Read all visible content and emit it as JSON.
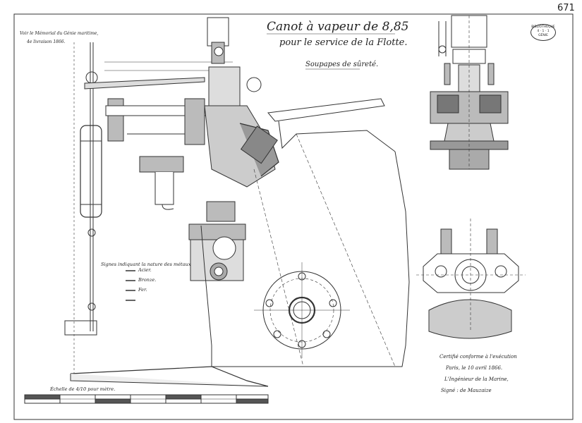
{
  "sheet": {
    "page_number": "671",
    "title_line1": "Canot à vapeur de 8,85",
    "title_line2": "pour le service de la Flotte.",
    "section_label": "Soupapes de sûreté.",
    "note_line1": "Voir le Mémorial du Génie maritime,",
    "note_line2": "4e livraison 1866.",
    "scale_label": "Échelle de 4/10 pour mètre."
  },
  "legend": {
    "title": "Signes indiquant la nature des métaux",
    "items": [
      {
        "label": "Acier."
      },
      {
        "label": "Bronze."
      },
      {
        "label": "Fer."
      }
    ]
  },
  "certification": {
    "line1": "Certifié conforme à l'exécution",
    "line2": "Paris, le 10 avril 1866.",
    "line3": "L'Ingénieur de la Marine,",
    "line4": "Signé : de Mauzaize"
  },
  "stamp": {
    "line1": "BIBLIOTHÈQUE",
    "line2": "4 · 1 · 1",
    "line3": "GÉNIE"
  }
}
